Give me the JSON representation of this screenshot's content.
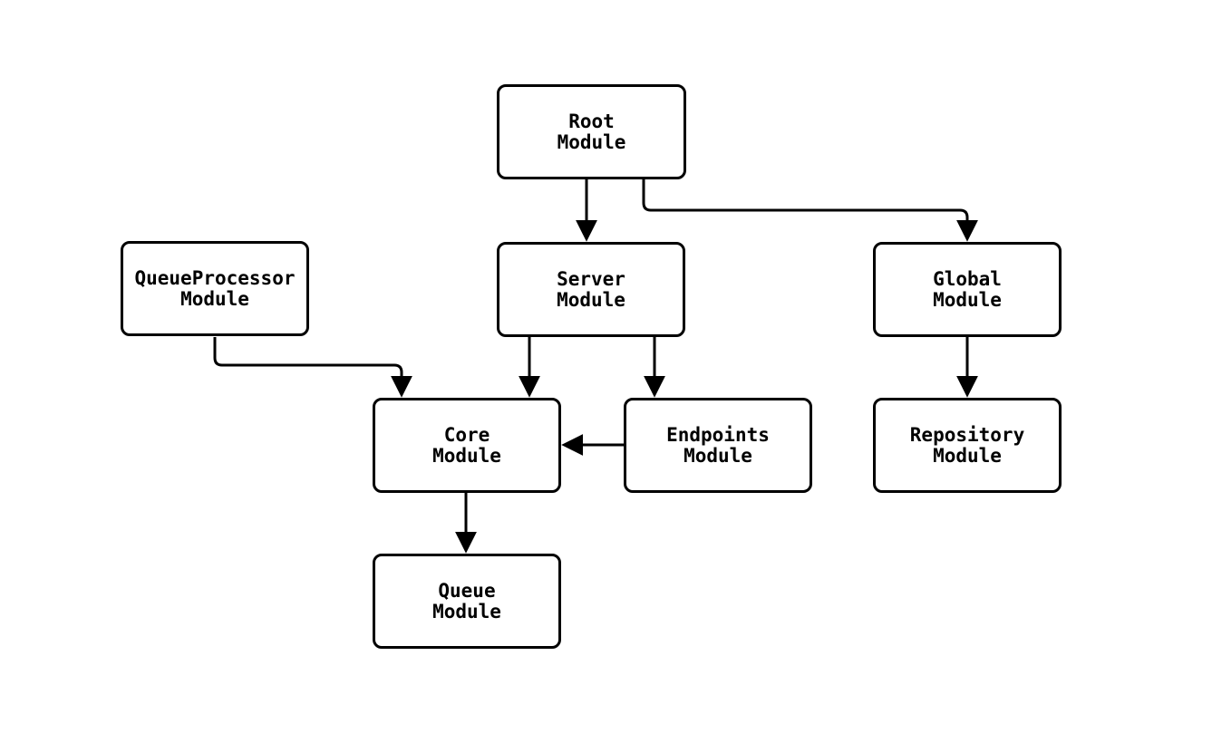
{
  "diagram": {
    "type": "flowchart",
    "background_color": "#ffffff",
    "stroke_color": "#000000",
    "node_fill_color": "#ffffff",
    "nodes": [
      {
        "id": "root",
        "label": "Root\nModule"
      },
      {
        "id": "queueprocessor",
        "label": "QueueProcessor\nModule"
      },
      {
        "id": "server",
        "label": "Server\nModule"
      },
      {
        "id": "global",
        "label": "Global\nModule"
      },
      {
        "id": "core",
        "label": "Core\nModule"
      },
      {
        "id": "endpoints",
        "label": "Endpoints\nModule"
      },
      {
        "id": "repository",
        "label": "Repository\nModule"
      },
      {
        "id": "queue",
        "label": "Queue\nModule"
      }
    ],
    "edges": [
      {
        "from": "root",
        "to": "server"
      },
      {
        "from": "root",
        "to": "global"
      },
      {
        "from": "queueprocessor",
        "to": "core"
      },
      {
        "from": "server",
        "to": "core"
      },
      {
        "from": "server",
        "to": "endpoints"
      },
      {
        "from": "endpoints",
        "to": "core"
      },
      {
        "from": "global",
        "to": "repository"
      },
      {
        "from": "core",
        "to": "queue"
      }
    ]
  }
}
